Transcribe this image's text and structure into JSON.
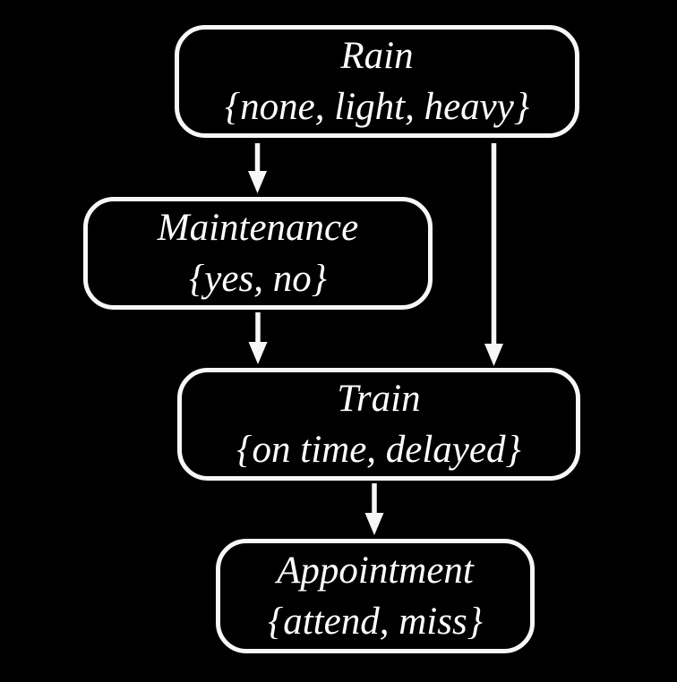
{
  "diagram": {
    "type": "bayesian-network",
    "background_color": "#000000",
    "node_border_color": "#f7f7f7",
    "text_color": "#ffffff",
    "nodes": [
      {
        "id": "rain",
        "label": "Rain",
        "domain": "{none, light, heavy}"
      },
      {
        "id": "maintenance",
        "label": "Maintenance",
        "domain": "{yes, no}"
      },
      {
        "id": "train",
        "label": "Train",
        "domain": "{on time, delayed}"
      },
      {
        "id": "appointment",
        "label": "Appointment",
        "domain": "{attend, miss}"
      }
    ],
    "edges": [
      {
        "from": "Rain",
        "to": "Maintenance"
      },
      {
        "from": "Rain",
        "to": "Train"
      },
      {
        "from": "Maintenance",
        "to": "Train"
      },
      {
        "from": "Train",
        "to": "Appointment"
      }
    ]
  }
}
